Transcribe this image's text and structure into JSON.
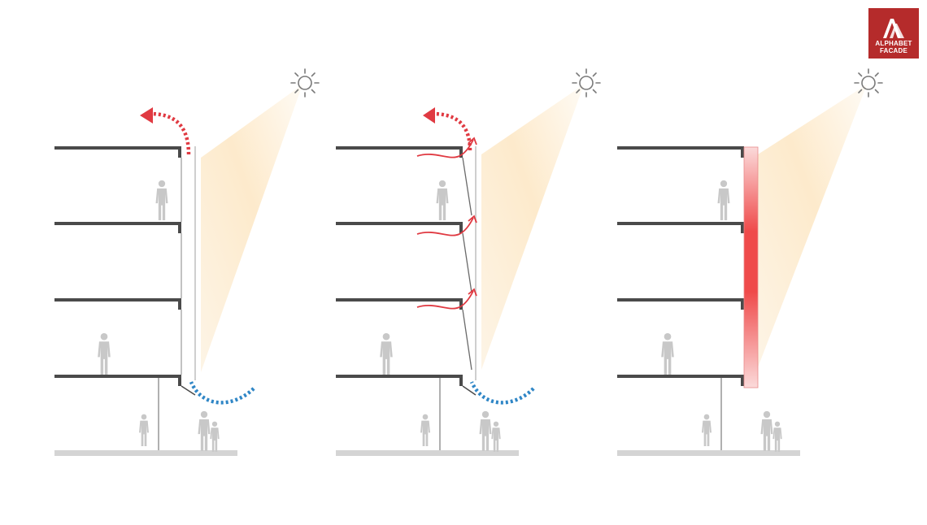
{
  "brand": {
    "line1": "ALPHABET",
    "line2": "FACADE",
    "color": "#b52b2b"
  },
  "colors": {
    "slab": "#4a4a4a",
    "ground": "#d4d4d4",
    "column": "#b0b0b0",
    "person": "#c8c8c8",
    "sun": "#7a7a7a",
    "sunbeam": "#fde9c9",
    "warm_air": "#e03a42",
    "cool_air": "#2f86c6",
    "facade_glass": "#cfcfcf",
    "facade_panel": "#f6a3a3"
  },
  "icons": [
    "sun-icon",
    "logo-mark-icon",
    "warm-air-arrow-icon",
    "cool-air-arrow-icon",
    "person-icon"
  ],
  "panels": [
    {
      "name": "panel-double-skin-stack-ventilation"
    },
    {
      "name": "panel-double-skin-floor-ventilation"
    },
    {
      "name": "panel-solid-heated-facade"
    }
  ]
}
